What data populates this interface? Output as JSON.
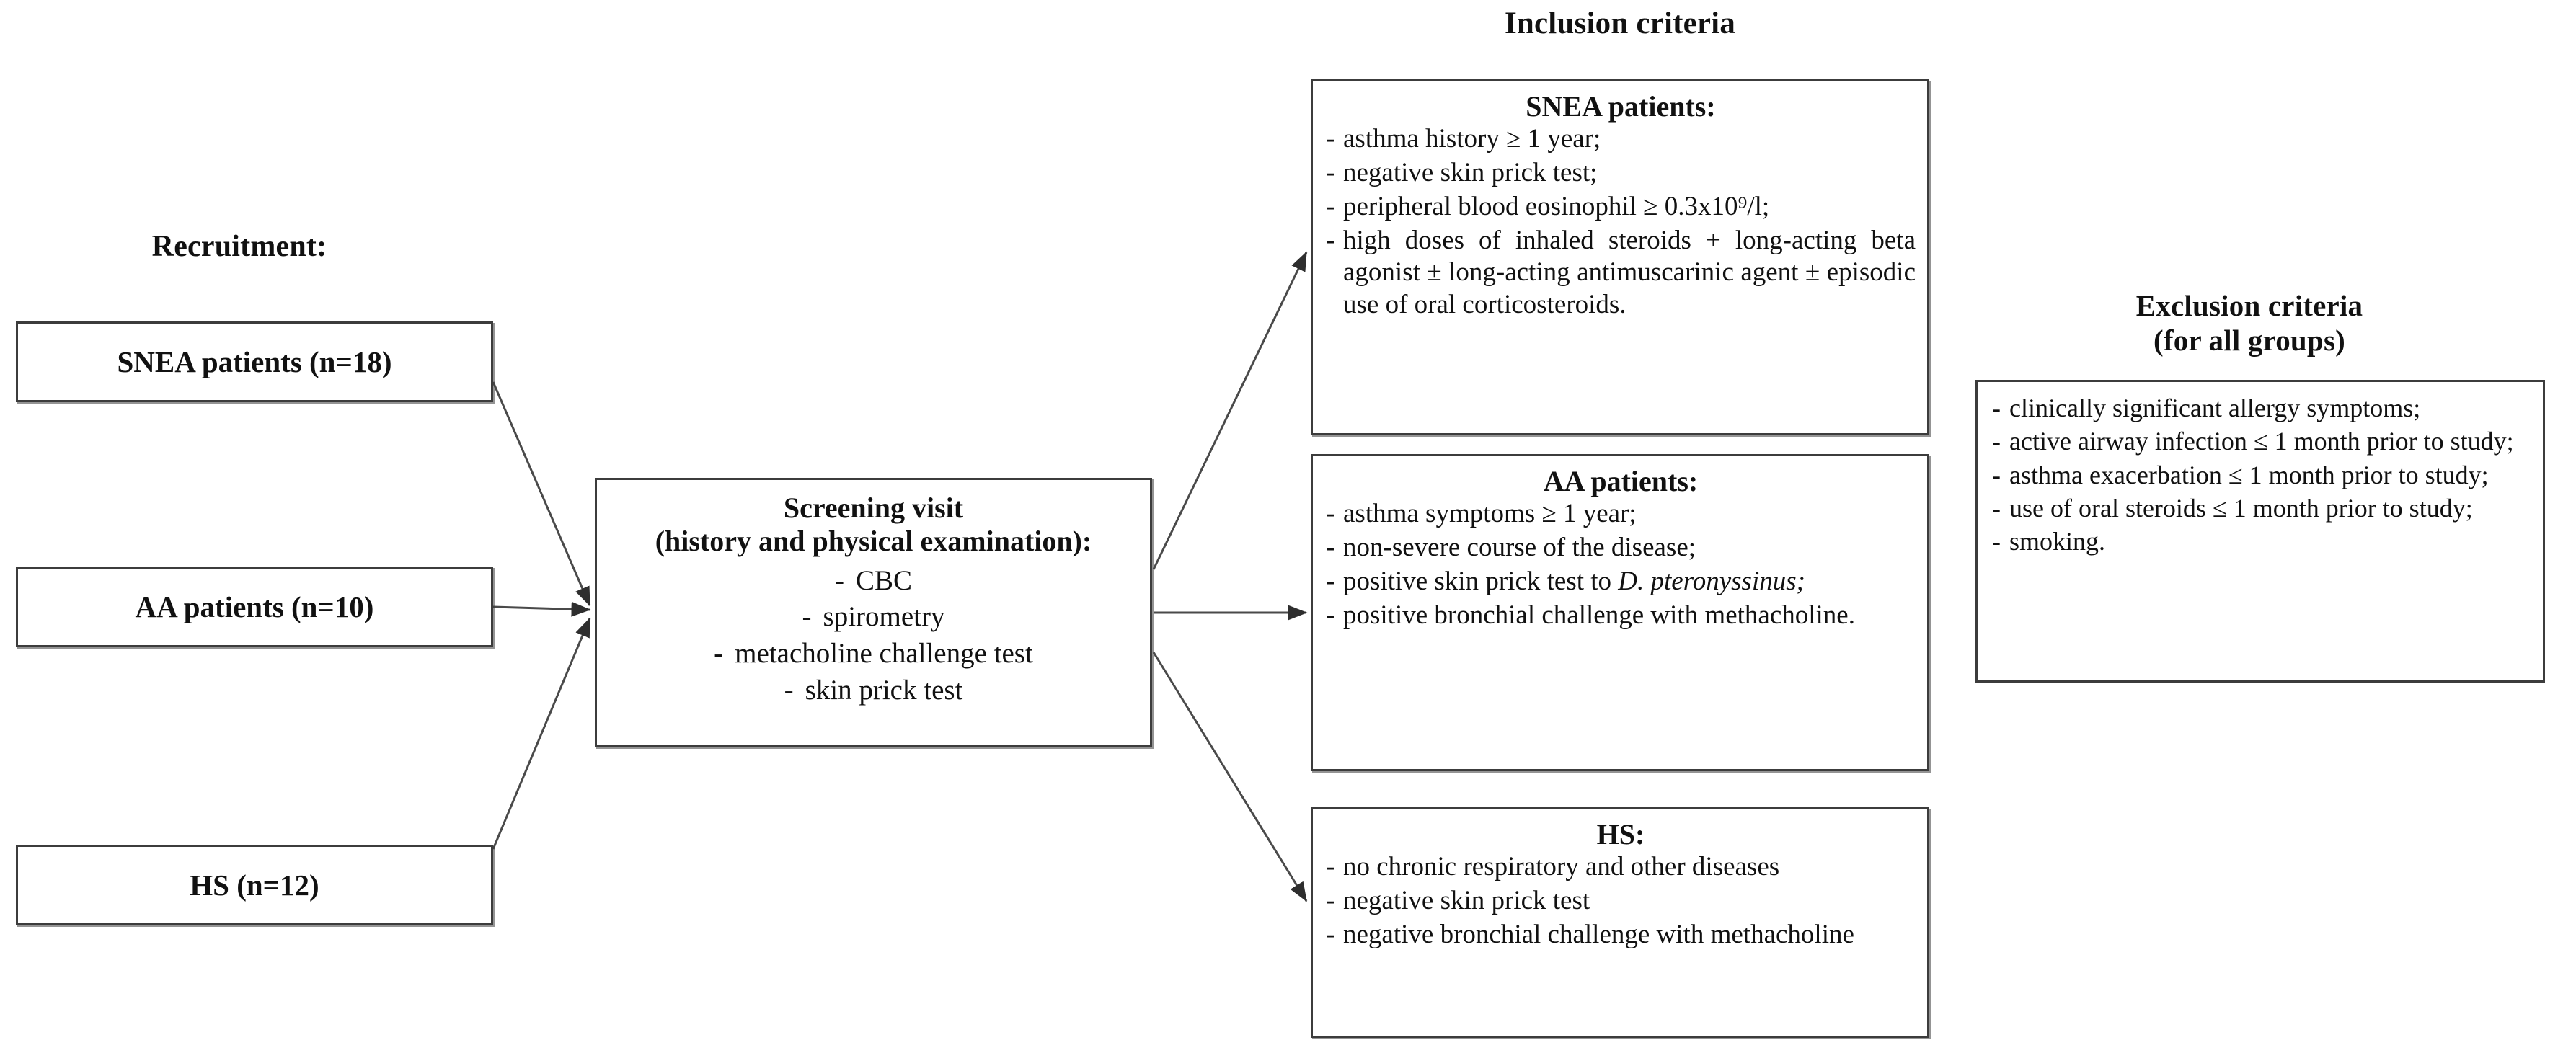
{
  "headings": {
    "inclusion": "Inclusion criteria",
    "exclusion_line1": "Exclusion criteria",
    "exclusion_line2": "(for all groups)",
    "recruitment": "Recruitment:"
  },
  "recruitment": {
    "boxes": [
      {
        "label": "SNEA patients (n=18)",
        "group": "SNEA",
        "n": 18
      },
      {
        "label": "AA patients (n=10)",
        "group": "AA",
        "n": 10
      },
      {
        "label": "HS (n=12)",
        "group": "HS",
        "n": 12
      }
    ]
  },
  "screening": {
    "title_line1": "Screening visit",
    "title_line2": "(history and physical examination):",
    "items": [
      "CBC",
      "spirometry",
      "metacholine challenge test",
      "skin prick test"
    ],
    "dash": "-"
  },
  "inclusion": {
    "snea": {
      "title": "SNEA patients:",
      "items": [
        "asthma history ≥ 1 year;",
        "negative skin prick test;",
        "peripheral blood eosinophil ≥ 0.3x10⁹/l;",
        "high doses of inhaled steroids + long-acting beta agonist ± long-acting antimuscarinic agent ± episodic use of oral corticosteroids."
      ]
    },
    "aa": {
      "title": "AA patients:",
      "items": [
        "asthma symptoms ≥ 1 year;",
        "non-severe course of the disease;",
        "positive skin prick test to ",
        "positive bronchial challenge with methacholine."
      ],
      "item3_italic": "D. pteronyssinus;"
    },
    "hs": {
      "title": "HS:",
      "items": [
        "no chronic respiratory and other diseases",
        "negative skin prick test",
        "negative bronchial challenge with methacholine"
      ]
    }
  },
  "exclusion": {
    "items": [
      "clinically significant allergy symptoms;",
      "active airway infection ≤ 1 month prior to study;",
      "asthma exacerbation ≤ 1 month prior to study;",
      "use of oral steroids ≤ 1 month prior to study;",
      "smoking."
    ]
  },
  "bullet": "-",
  "colors": {
    "border": "#3c3c3c",
    "text": "#111111",
    "background": "#ffffff",
    "connector": "#4a4a4a"
  }
}
